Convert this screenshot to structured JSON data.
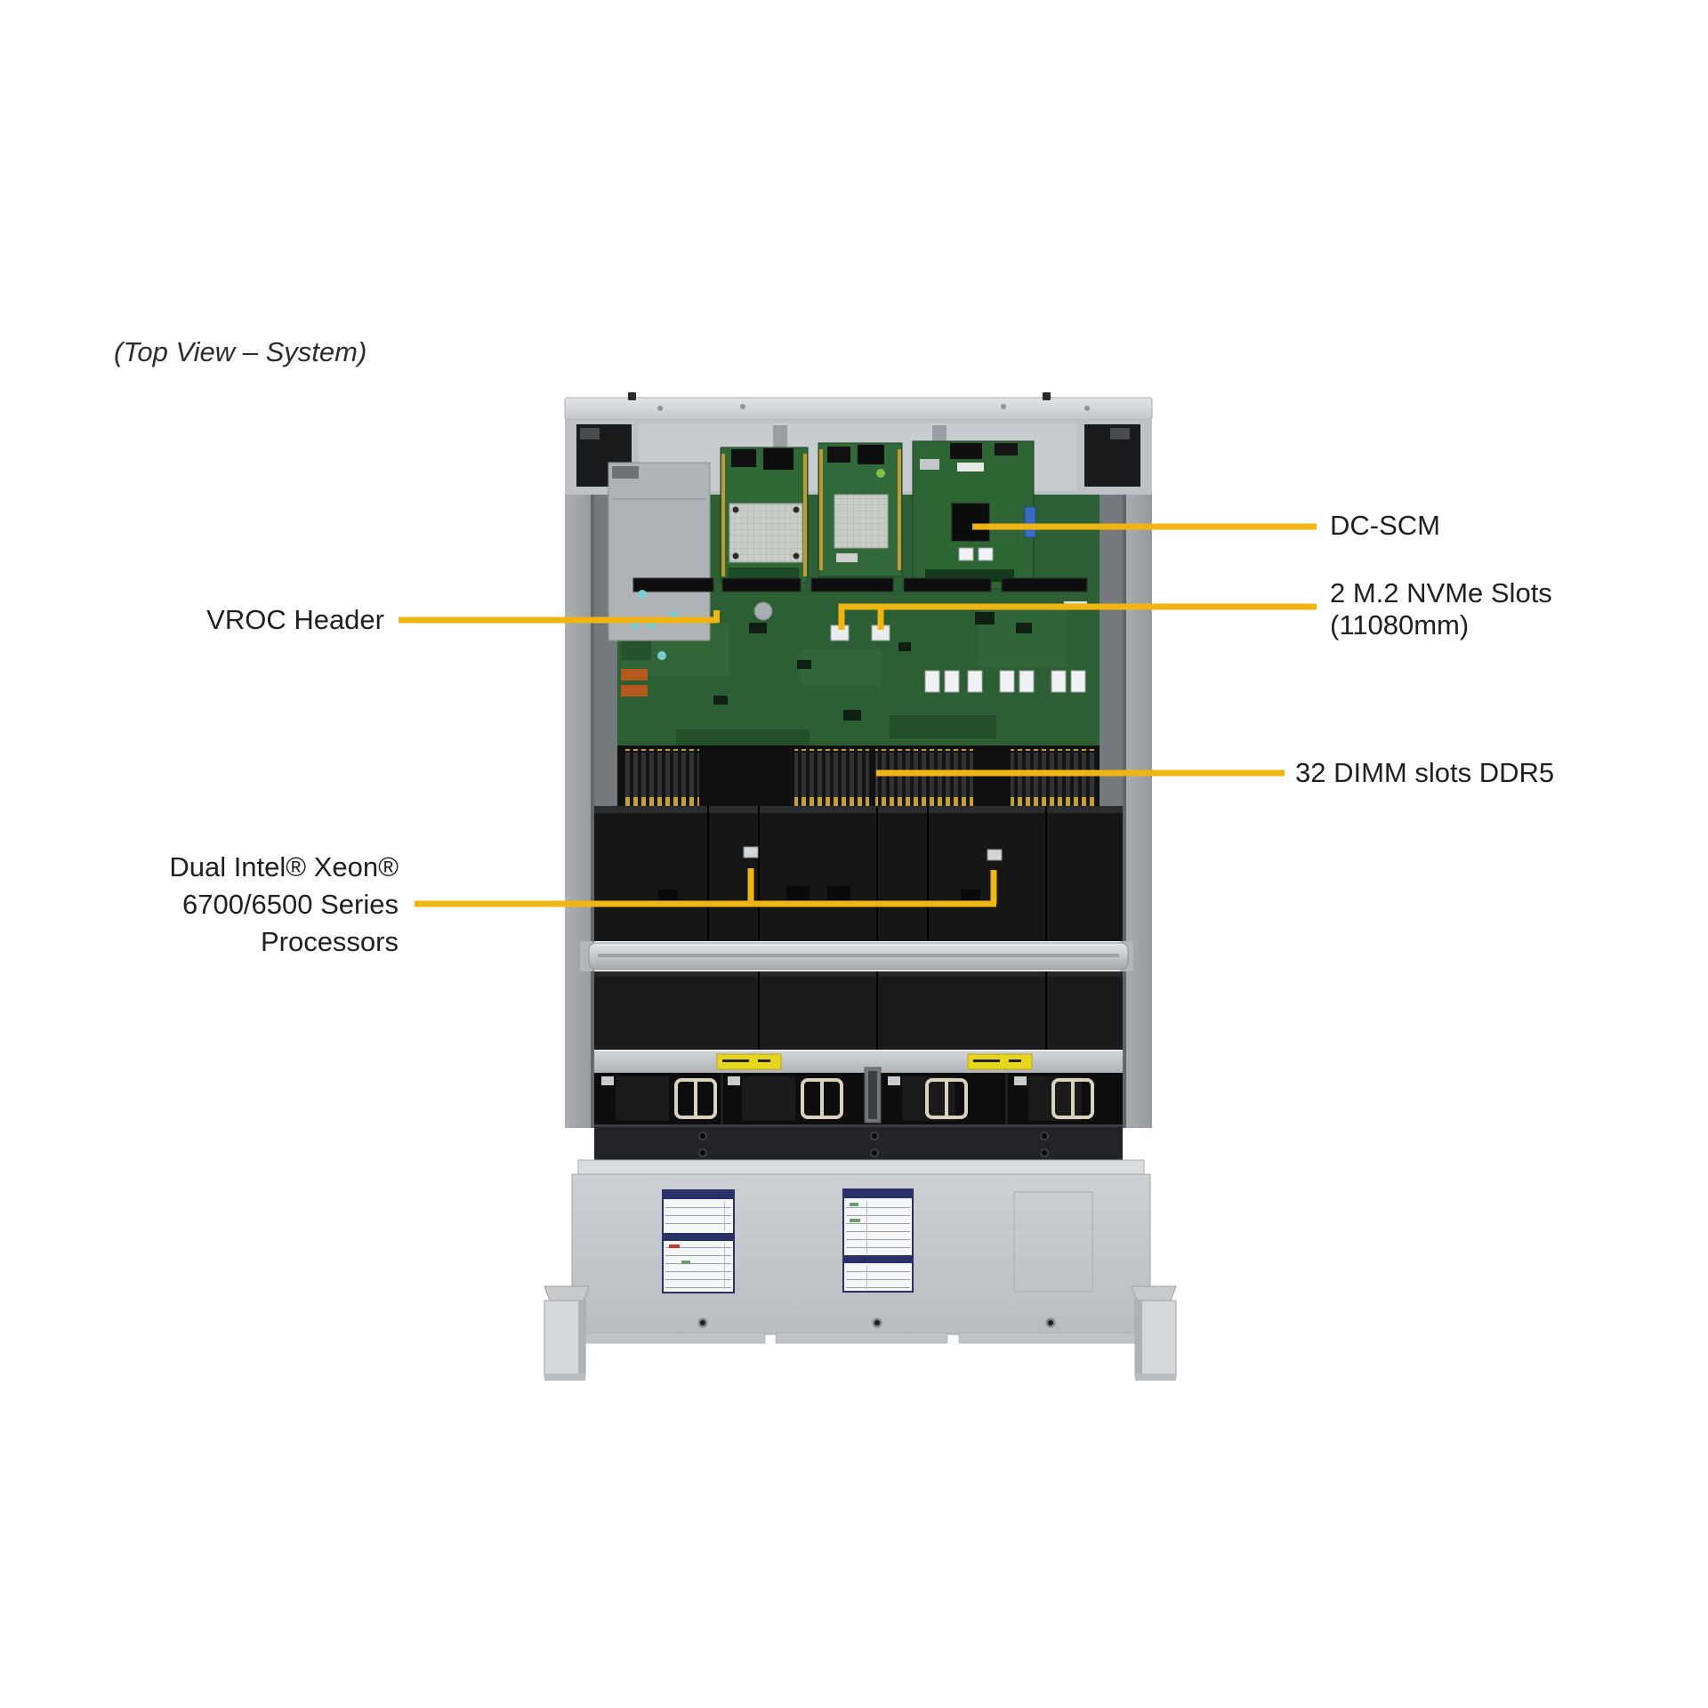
{
  "title": {
    "text": "(Top View – System)"
  },
  "callouts": {
    "dc_scm": {
      "label": "DC-SCM"
    },
    "m2_slots": {
      "line1": "2 M.2 NVMe Slots",
      "line2": "(11080mm)"
    },
    "vroc": {
      "label": "VROC Header"
    },
    "dimm": {
      "label": "32 DIMM slots DDR5"
    },
    "processors": {
      "line1": "Dual Intel® Xeon®",
      "line2": "6700/6500 Series",
      "line3": "Processors"
    }
  },
  "colors": {
    "callout_line": "#F0B513",
    "pcb_green": "#2C5F33",
    "chassis_silver": "#C6CACE",
    "shroud_black": "#161617",
    "label_text": "#1F1F1F"
  }
}
